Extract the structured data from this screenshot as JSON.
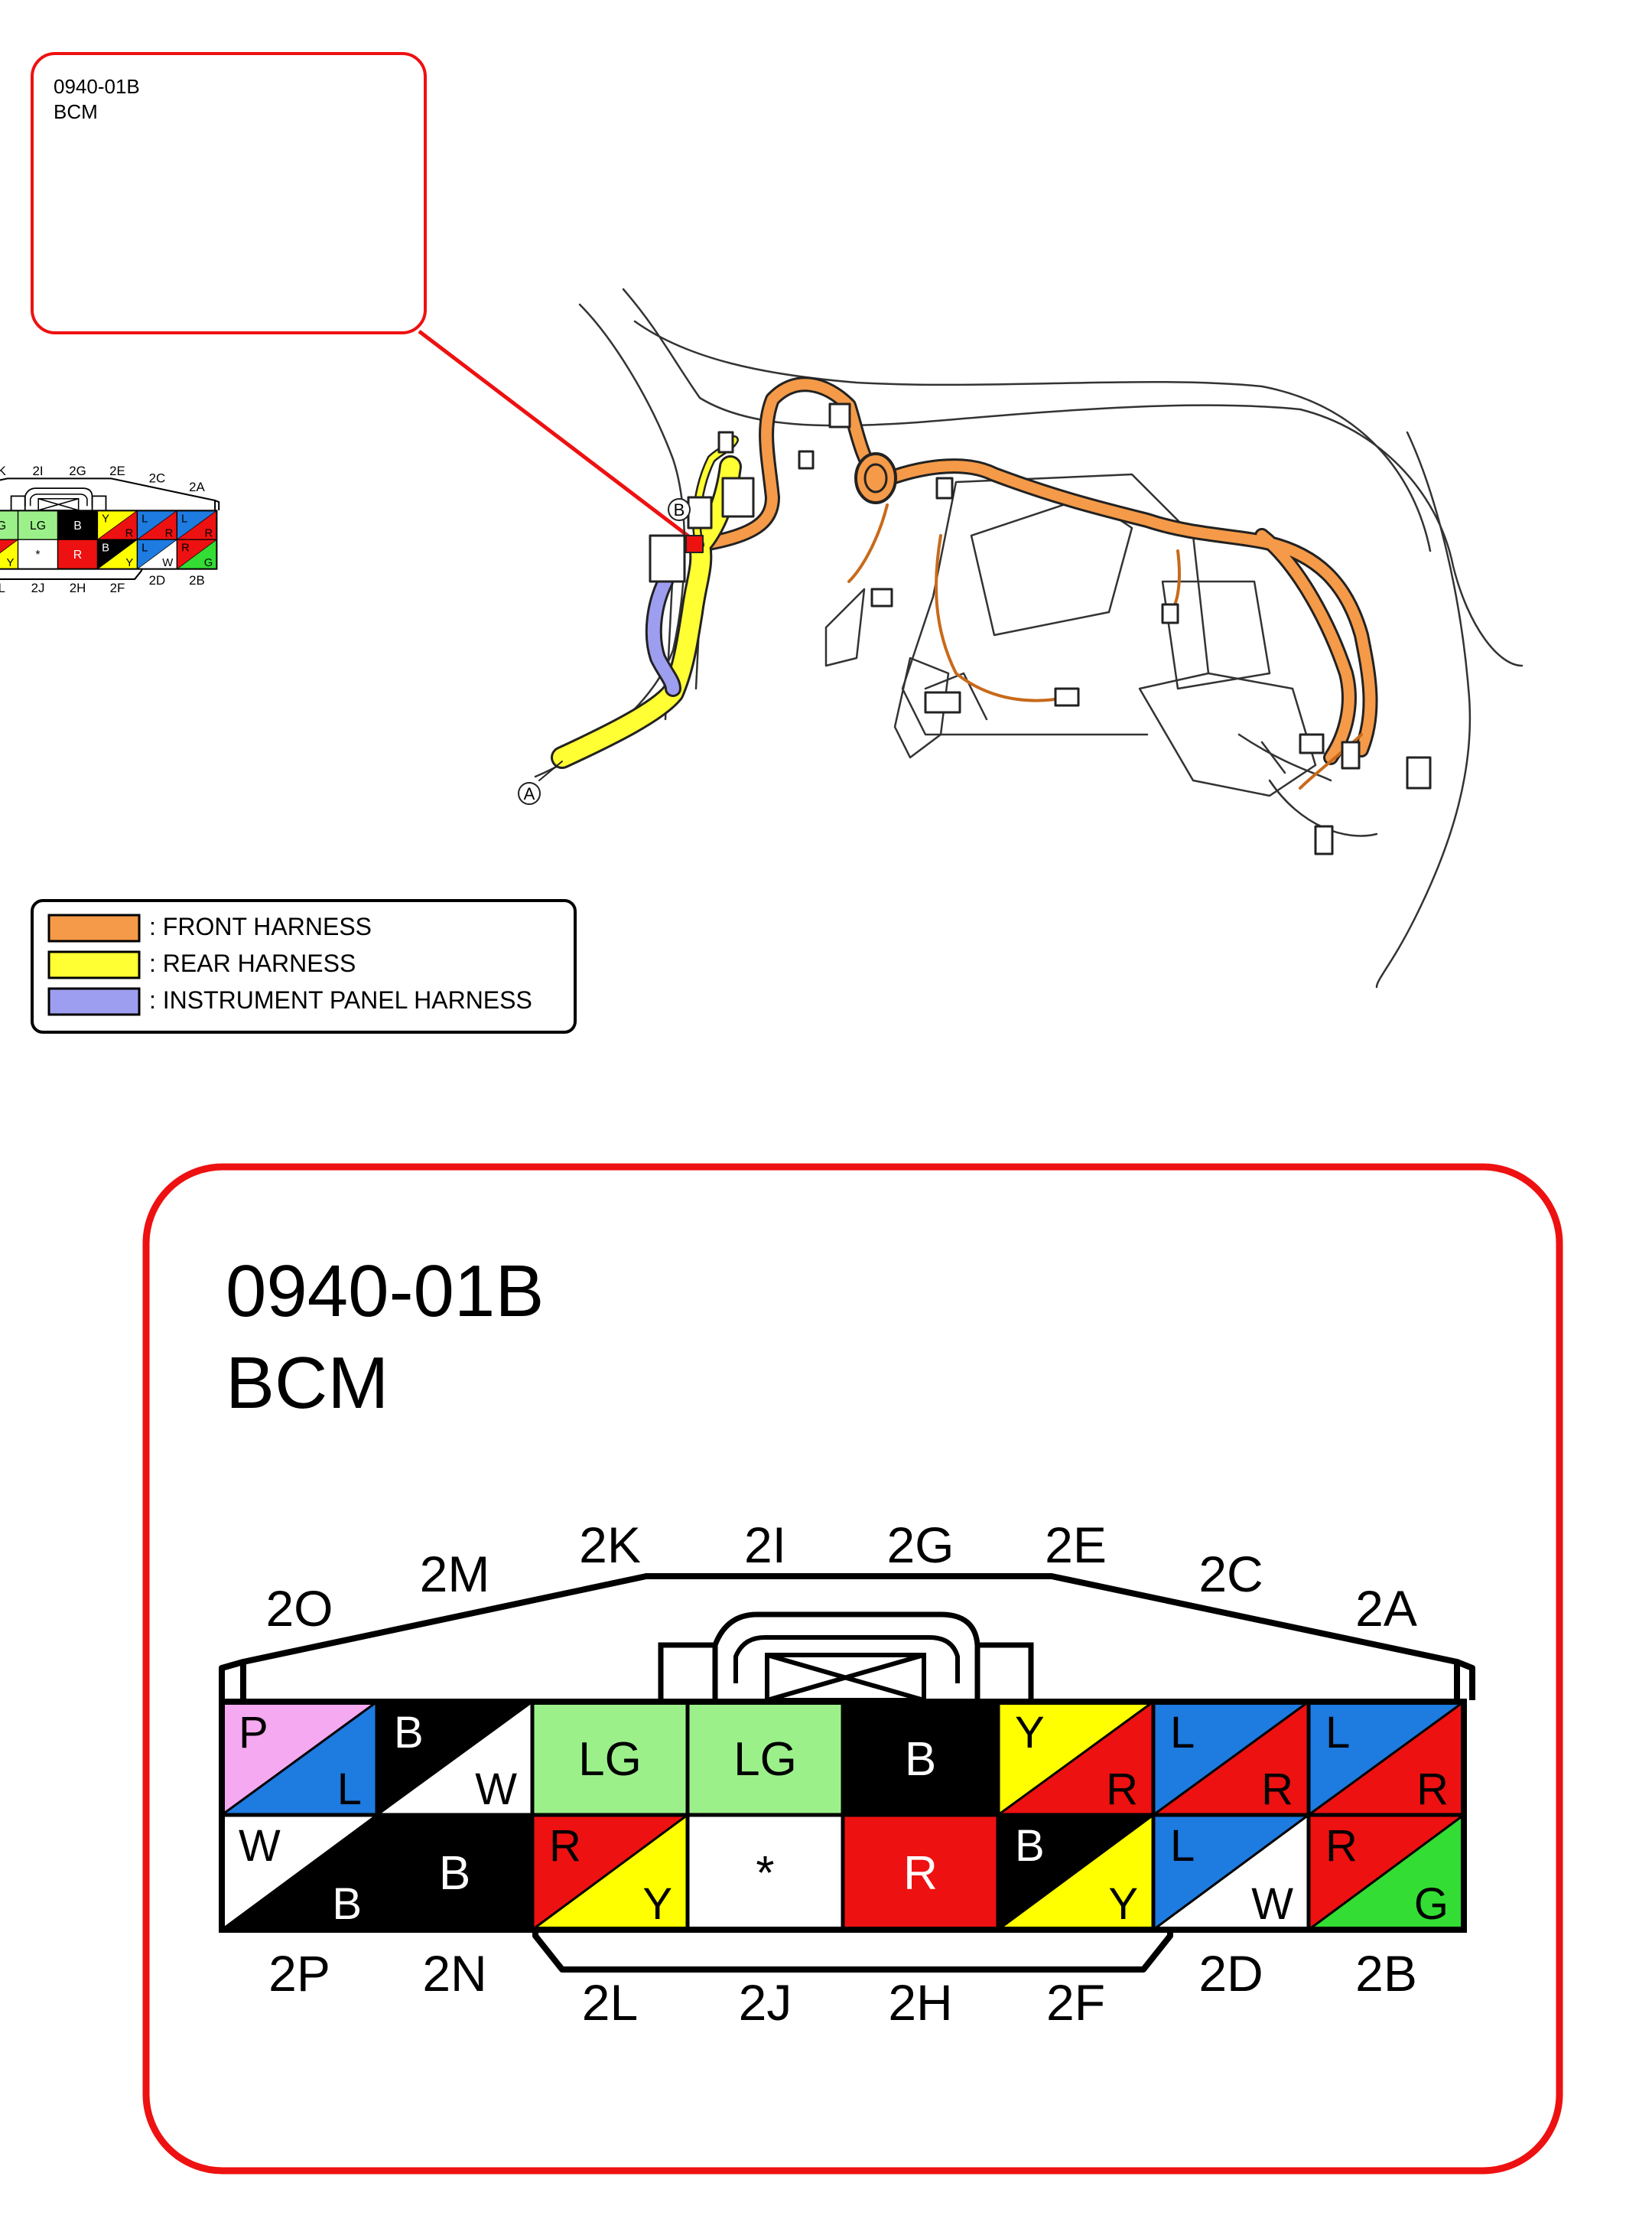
{
  "connector": {
    "code": "0940-01B",
    "name": "BCM"
  },
  "colors": {
    "P": "#f4a9f0",
    "L": "#1e7be0",
    "B": "#000000",
    "W": "#ffffff",
    "LG": "#9cf08a",
    "Y": "#ffff00",
    "R": "#ee1111",
    "G": "#33dd33",
    "front": "#f59a48",
    "rear": "#ffff33",
    "ip": "#9e9ef0"
  },
  "top_labels": [
    "2O",
    "2M",
    "2K",
    "2I",
    "2G",
    "2E",
    "2C",
    "2A"
  ],
  "bottom_labels": [
    "2P",
    "2N",
    "2L",
    "2J",
    "2H",
    "2F",
    "2D",
    "2B"
  ],
  "pins_top": [
    {
      "pin": "2O",
      "a": "P",
      "b": "L"
    },
    {
      "pin": "2M",
      "a": "B",
      "b": "W"
    },
    {
      "pin": "2K",
      "a": "LG"
    },
    {
      "pin": "2I",
      "a": "LG"
    },
    {
      "pin": "2G",
      "a": "B"
    },
    {
      "pin": "2E",
      "a": "Y",
      "b": "R"
    },
    {
      "pin": "2C",
      "a": "L",
      "b": "R"
    },
    {
      "pin": "2A",
      "a": "L",
      "b": "R"
    }
  ],
  "pins_bottom": [
    {
      "pin": "2P",
      "a": "W",
      "b": "B"
    },
    {
      "pin": "2N",
      "a": "B"
    },
    {
      "pin": "2L",
      "a": "R",
      "b": "Y"
    },
    {
      "pin": "2J",
      "a": "*"
    },
    {
      "pin": "2H",
      "a": "R"
    },
    {
      "pin": "2F",
      "a": "B",
      "b": "Y"
    },
    {
      "pin": "2D",
      "a": "L",
      "b": "W"
    },
    {
      "pin": "2B",
      "a": "R",
      "b": "G"
    }
  ],
  "legend": {
    "front": ": FRONT HARNESS",
    "rear": ": REAR HARNESS",
    "ip": ": INSTRUMENT PANEL HARNESS"
  },
  "markers": {
    "a": "A",
    "b": "B"
  }
}
